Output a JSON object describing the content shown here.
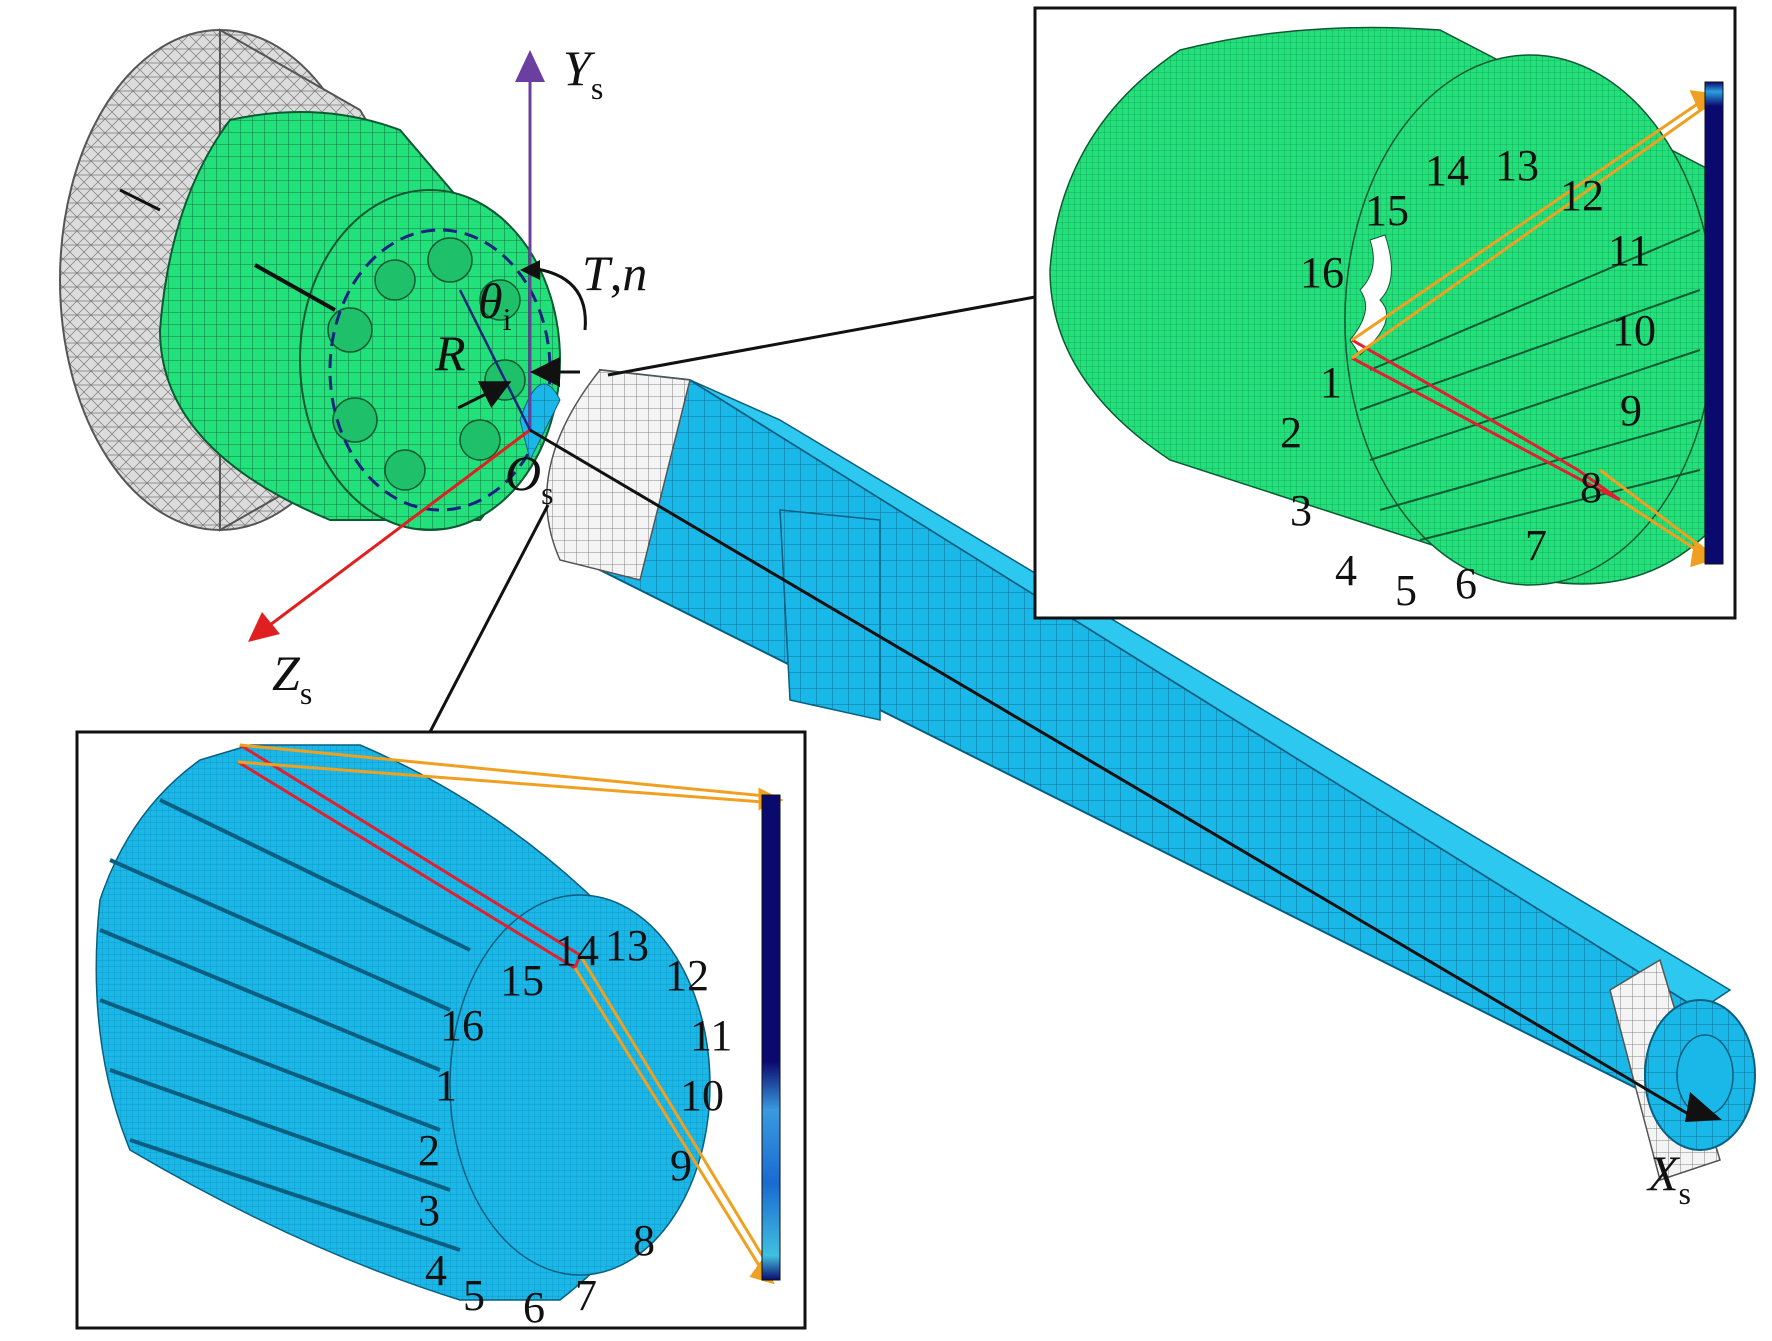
{
  "axes": {
    "y": {
      "symbol": "Y",
      "subscript": "s"
    },
    "z": {
      "symbol": "Z",
      "subscript": "s"
    },
    "x": {
      "symbol": "X",
      "subscript": "s"
    },
    "origin": {
      "symbol": "O",
      "subscript": "s"
    }
  },
  "annotations": {
    "torque": "T",
    "torque_sep": ",",
    "speed": "n",
    "theta": "θ",
    "theta_sub": "i",
    "radius": "R"
  },
  "sleeve_inset": {
    "spline_numbers": [
      "1",
      "2",
      "3",
      "4",
      "5",
      "6",
      "7",
      "8",
      "9",
      "10",
      "11",
      "12",
      "13",
      "14",
      "15",
      "16"
    ]
  },
  "shaft_inset": {
    "spline_numbers": [
      "1",
      "2",
      "3",
      "4",
      "5",
      "6",
      "7",
      "8",
      "9",
      "10",
      "11",
      "12",
      "13",
      "14",
      "15",
      "16"
    ]
  },
  "colors": {
    "sleeve": "#22e07a",
    "shaft": "#1ab8e8",
    "housing": "#d9d9d9",
    "y_axis": "#6a3fa0",
    "z_axis": "#e02020",
    "x_axis": "#111111",
    "highlight_red": "#e0202e",
    "highlight_orange": "#f0a020",
    "contour_dark": "#0a0a6e"
  }
}
